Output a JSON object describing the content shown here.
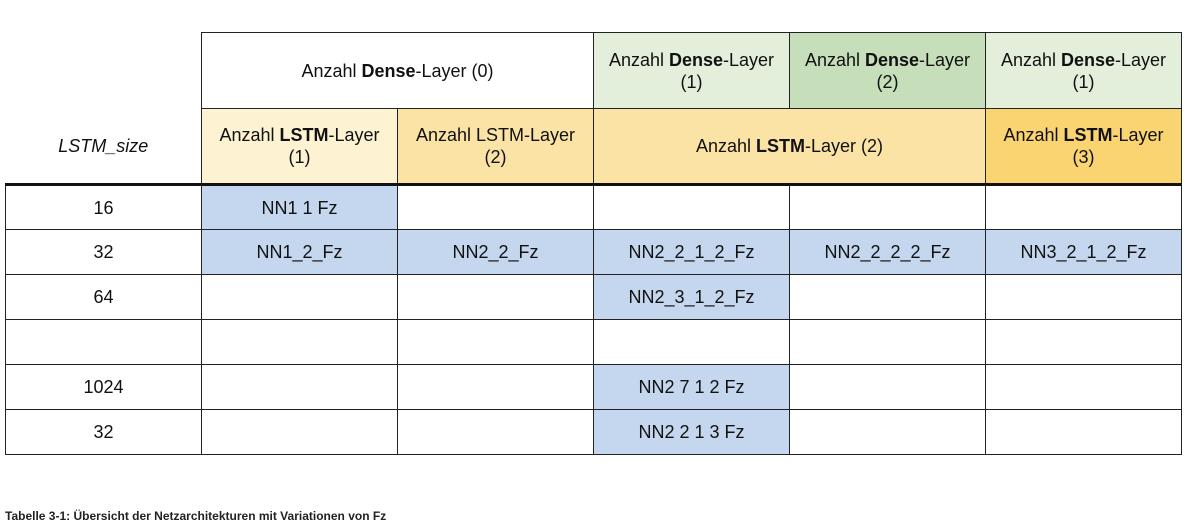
{
  "header": {
    "dense0": {
      "prefix": "Anzahl ",
      "bold": "Dense",
      "suffix": "-Layer (0)"
    },
    "dense1a": {
      "prefix": "Anzahl ",
      "bold": "Dense",
      "suffix": "-Layer (1)"
    },
    "dense2": {
      "prefix": "Anzahl ",
      "bold": "Dense",
      "suffix": "-Layer (2)"
    },
    "dense1b": {
      "prefix": "Anzahl ",
      "bold": "Dense",
      "suffix": "-Layer (1)"
    },
    "lstm_size": "LSTM_size",
    "lstm1": {
      "prefix": "Anzahl ",
      "bold": "LSTM",
      "suffix": "-Layer (1)"
    },
    "lstm2_plain": "Anzahl LSTM-Layer (2)",
    "lstm2_wide": {
      "prefix": "Anzahl ",
      "bold": "LSTM",
      "suffix": "-Layer (2)"
    },
    "lstm3": {
      "prefix": "Anzahl ",
      "bold": "LSTM",
      "suffix": "-Layer (3)"
    }
  },
  "rows": [
    {
      "size": "16",
      "cells": [
        "NN1 1 Fz",
        "",
        "",
        "",
        ""
      ]
    },
    {
      "size": "32",
      "cells": [
        "NN1_2_Fz",
        "NN2_2_Fz",
        "NN2_2_1_2_Fz",
        "NN2_2_2_2_Fz",
        "NN3_2_1_2_Fz"
      ]
    },
    {
      "size": "64",
      "cells": [
        "",
        "",
        "NN2_3_1_2_Fz",
        "",
        ""
      ]
    },
    {
      "size": "",
      "cells": [
        "",
        "",
        "",
        "",
        ""
      ]
    },
    {
      "size": "1024",
      "cells": [
        "",
        "",
        "NN2 7 1 2 Fz",
        "",
        ""
      ]
    },
    {
      "size": "32",
      "cells": [
        "",
        "",
        "NN2 2 1 3 Fz",
        "",
        ""
      ]
    }
  ],
  "caption": "Tabelle 3-1: Übersicht der Netzarchitekturen mit Variationen von Fz"
}
